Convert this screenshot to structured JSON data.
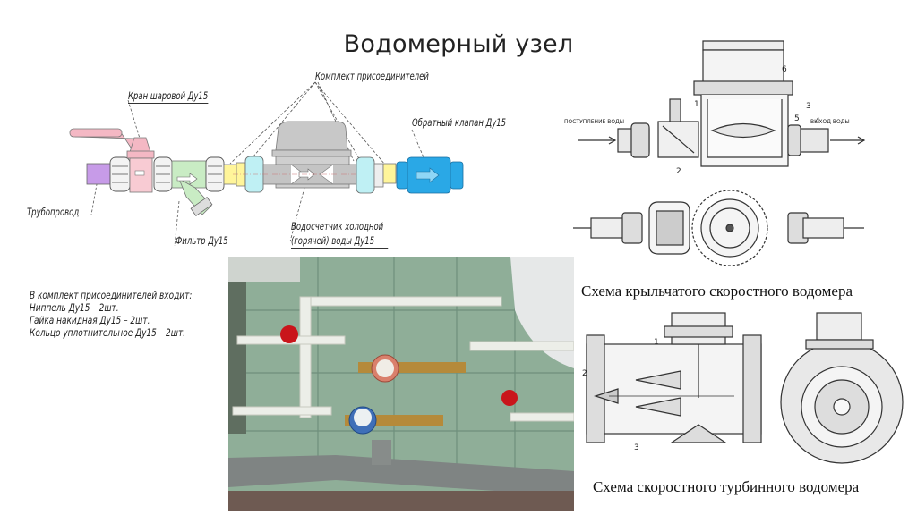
{
  "slide": {
    "title": "Водомерный узел"
  },
  "assembly_diagram": {
    "labels": {
      "ball_valve": "Кран шаровой Ду15",
      "connectors_kit": "Комплект присоединителей",
      "check_valve": "Обратный клапан Ду15",
      "pipeline": "Трубопровод",
      "filter": "Фильтр Ду15",
      "meter_line1": "Водосчетчик холодной",
      "meter_line2": "(горячей) воды Ду15"
    },
    "colors": {
      "pipe": "#c79be8",
      "ball_valve": "#f4b8c4",
      "filter": "#c9ecc4",
      "nipple": "#fff59a",
      "nut": "#bff0f4",
      "meter": "#c8c8c8",
      "check_valve": "#2aa8e6"
    }
  },
  "kit_note": {
    "lines": [
      "В комплект присоединителей входит:",
      "Ниппель Ду15 – 2шт.",
      "Гайка накидная Ду15 – 2шт.",
      "Кольцо уплотнительное Ду15 – 2шт."
    ]
  },
  "vane_meter": {
    "inlet_label": "ПОСТУПЛЕНИЕ ВОДЫ",
    "outlet_label": "ВЫХОД ВОДЫ",
    "part_numbers": [
      "1",
      "2",
      "3",
      "4",
      "5",
      "6"
    ],
    "caption": "Схема крыльчатого скоростного водомера"
  },
  "turbine_meter": {
    "part_numbers": [
      "1",
      "2",
      "3"
    ],
    "caption": "Схема скоростного турбинного водомера"
  },
  "photo": {
    "description": "photo-of-installed-water-meters"
  }
}
